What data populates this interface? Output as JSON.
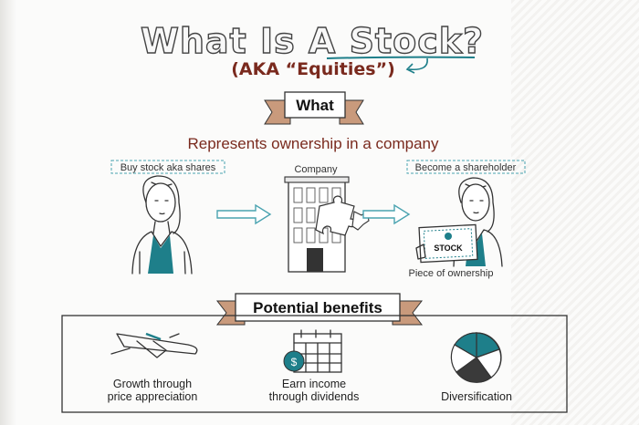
{
  "title": "What Is A Stock?",
  "subtitle": "(AKA “Equities”)",
  "what_label": "What",
  "heading": "Represents ownership in a company",
  "left_tag": "Buy stock aka shares",
  "company_label": "Company",
  "right_tag": "Become a shareholder",
  "certificate_text": "STOCK",
  "piece_label": "Piece of ownership",
  "benefits_label": "Potential benefits",
  "benefits": {
    "growth": [
      "Growth through",
      "price appreciation"
    ],
    "income": [
      "Earn income",
      "through dividends"
    ],
    "diversification": "Diversification"
  },
  "colors": {
    "teal": "#1e7f8a",
    "ribbon": "#c99a7c",
    "ribbon_dark": "#a8765a",
    "arrow": "#4aa3b0",
    "heading": "#7a2a1e"
  }
}
